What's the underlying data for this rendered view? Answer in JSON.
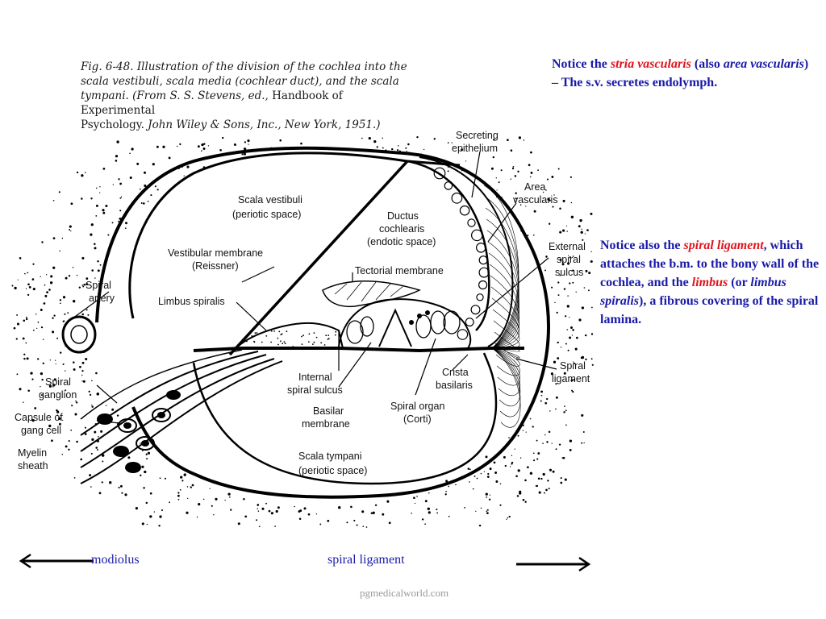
{
  "caption": {
    "line1": "Fig. 6-48. Illustration of the division of the cochlea into the",
    "line2": "scala vestibuli, scala media (cochlear duct), and the scala",
    "line3_italic": "tympani. (From S. S. Stevens, ed.,",
    "line3_plain": " Handbook of Experimental",
    "line4_plain": "Psychology.",
    "line4_italic": " John Wiley & Sons, Inc., New York, 1951.)"
  },
  "note1": {
    "p1": "Notice the ",
    "r1": "stria vascularis",
    "p2": " (also ",
    "i1": "area vascularis",
    "p3": ") – The s.v. secretes endolymph."
  },
  "note2": {
    "p1": "Notice also the ",
    "r1": "spiral ligament",
    "p2": ", which attaches the b.m. to the bony wall of the cochlea, and the ",
    "r2": "limbus",
    "p3": " (or ",
    "i1": "limbus spiralis",
    "p4": "), a fibrous covering of the spiral lamina."
  },
  "labels": {
    "secreting": "Secreting",
    "epithelium": "epithelium",
    "area": "Area",
    "vascularis": "vascularis",
    "scala_vestibuli": "Scala vestibuli",
    "periotic1": "(periotic space)",
    "ductus": "Ductus",
    "cochlearis": "cochlearis",
    "endotic": "(endotic space)",
    "external": "External",
    "spiral_ext": "spiral",
    "sulcus": "sulcus",
    "vestibular_membrane": "Vestibular membrane",
    "reissner": "(Reissner)",
    "tectorial": "Tectorial membrane",
    "spiral_a": "Spiral",
    "artery": "artery",
    "limbus_spiralis": "Limbus spiralis",
    "spiral_g": "Spiral",
    "ganglion": "ganglion",
    "capsule_of": "Capsule of",
    "gang_cell": "gang cell",
    "myelin": "Myelin",
    "sheath": "sheath",
    "internal": "Internal",
    "spiral_sulcus": "spiral sulcus",
    "basilar": "Basilar",
    "membrane": "membrane",
    "crista": "Crista",
    "basilaris": "basilaris",
    "spiral_organ": "Spiral organ",
    "corti": "(Corti)",
    "spiral_l": "Spiral",
    "ligament": "ligament",
    "scala_tympani": "Scala tympani",
    "periotic2": "(periotic space)"
  },
  "bottom": {
    "modiolus": "modiolus",
    "spiral_ligament": "spiral ligament"
  },
  "footer": "pgmedicalworld.com"
}
